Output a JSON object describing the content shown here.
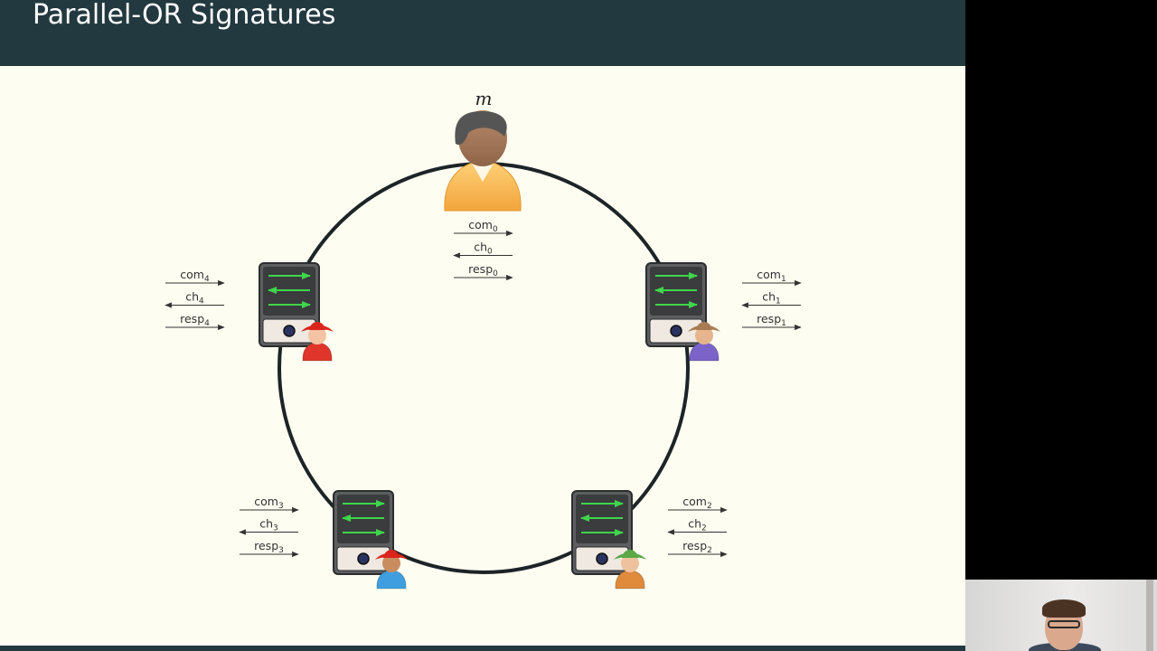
{
  "slide": {
    "title": "Parallel-OR Signatures",
    "signer_label": "m"
  },
  "edges": [
    {
      "id": 0,
      "com": "com",
      "ch": "ch",
      "resp": "resp",
      "index": "0"
    },
    {
      "id": 1,
      "com": "com",
      "ch": "ch",
      "resp": "resp",
      "index": "1"
    },
    {
      "id": 2,
      "com": "com",
      "ch": "ch",
      "resp": "resp",
      "index": "2"
    },
    {
      "id": 3,
      "com": "com",
      "ch": "ch",
      "resp": "resp",
      "index": "3"
    },
    {
      "id": 4,
      "com": "com",
      "ch": "ch",
      "resp": "resp",
      "index": "4"
    }
  ],
  "colors": {
    "header": "#233940",
    "slide_background": "#fdfdf1",
    "ring": "#1d2427",
    "server_arrows": "#3fd64b"
  },
  "icons": {
    "signer": "person-icon",
    "servers": "server-icon",
    "avatars": [
      "santa-avatar-icon",
      "cowboy-avatar-icon",
      "jester-avatar-icon",
      "sombrero-avatar-icon"
    ]
  }
}
